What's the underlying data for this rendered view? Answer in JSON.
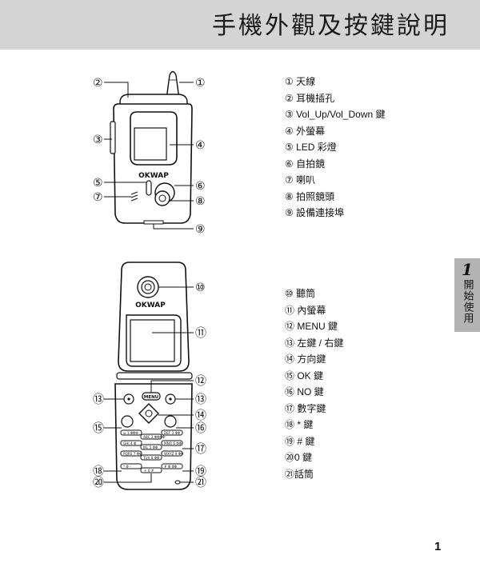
{
  "header": {
    "title": "手機外觀及按鍵說明"
  },
  "top_items": [
    "① 天線",
    "② 耳機插孔",
    "③ Vol_Up/Vol_Down 鍵",
    "④ 外螢幕",
    "⑤ LED 彩燈",
    "⑥ 自拍鏡",
    "⑦ 喇叭",
    "⑧ 拍照鏡頭",
    "⑨ 設備連接埠"
  ],
  "bottom_items": [
    "⑩ 聽筒",
    "⑪ 內螢幕",
    "⑫ MENU 鍵",
    "⑬ 左鍵 / 右鍵",
    "⑭ 方向鍵",
    "⑮ OK 鍵",
    "⑯ NO 鍵",
    "⑰ 數字鍵",
    "⑱ * 鍵",
    "⑲ # 鍵",
    "⑳0 鍵",
    "㉑話筒"
  ],
  "callouts": {
    "c1": "①",
    "c2": "②",
    "c3": "③",
    "c4": "④",
    "c5": "⑤",
    "c6": "⑥",
    "c7": "⑦",
    "c8": "⑧",
    "c9": "⑨",
    "c10": "⑩",
    "c11": "⑪",
    "c12": "⑫",
    "c13a": "⑬",
    "c13b": "⑬",
    "c14": "⑭",
    "c15": "⑮",
    "c16": "⑯",
    "c17": "⑰",
    "c18": "⑱",
    "c19": "⑲",
    "c20": "⑳",
    "c21": "㉑"
  },
  "phone": {
    "brand": "OKWAP",
    "menu_key": "MENU",
    "keys": {
      "k1": "ω 1 ΦΦΦ",
      "k2": "ABC 2 ΦΦΦΦ",
      "k3": "DEF 3 ΦΦ",
      "k4": "GHI 4 Φ",
      "k5": "JKL 5 ΦΦ",
      "k6": "MNO 6 ΦΦ",
      "k7": "PQRS 7 ΦΦ",
      "k8": "TUV 8 ΦΦ",
      "k9": "WXYZ 9 ΦΦ",
      "kstar": "* Φ –",
      "k0": "+ 0 #",
      "khash": "# Φ ΦΦ"
    }
  },
  "side_tab": {
    "number": "1",
    "text": "開始使用"
  },
  "page_number": "1"
}
